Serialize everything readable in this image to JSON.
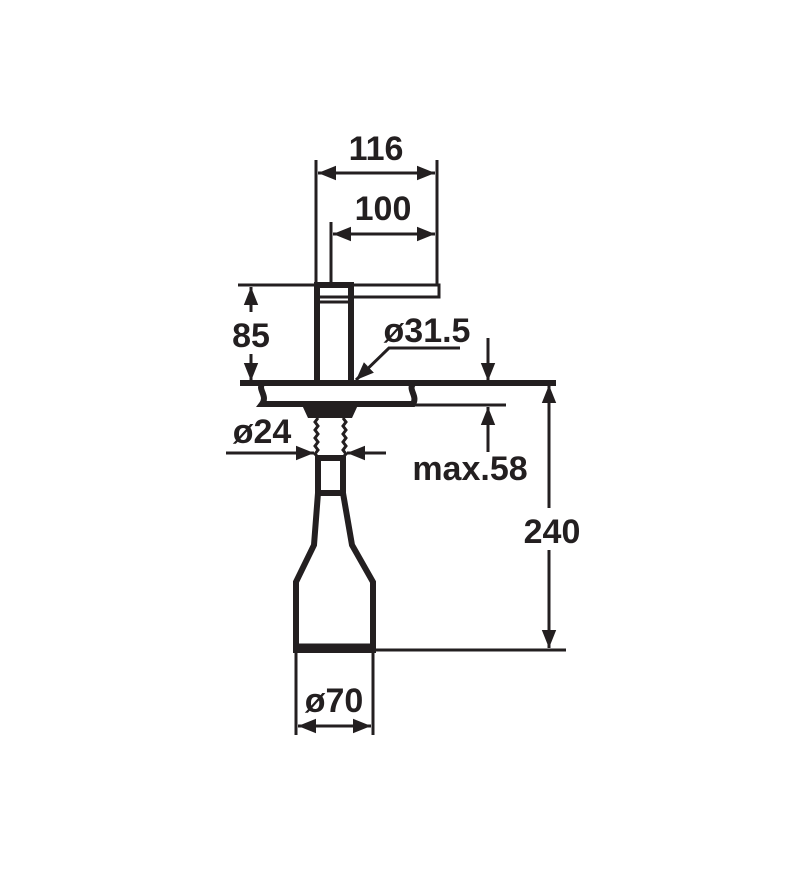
{
  "drawing": {
    "dimensions": {
      "overall_reach": "116",
      "lever_reach": "100",
      "height_above_counter": "85",
      "body_diameter": "ø31.5",
      "thread_diameter": "ø24",
      "max_counter_thickness": "max.58",
      "depth_below_counter": "240",
      "bottle_diameter": "ø70"
    },
    "line_color": "#231f20"
  }
}
